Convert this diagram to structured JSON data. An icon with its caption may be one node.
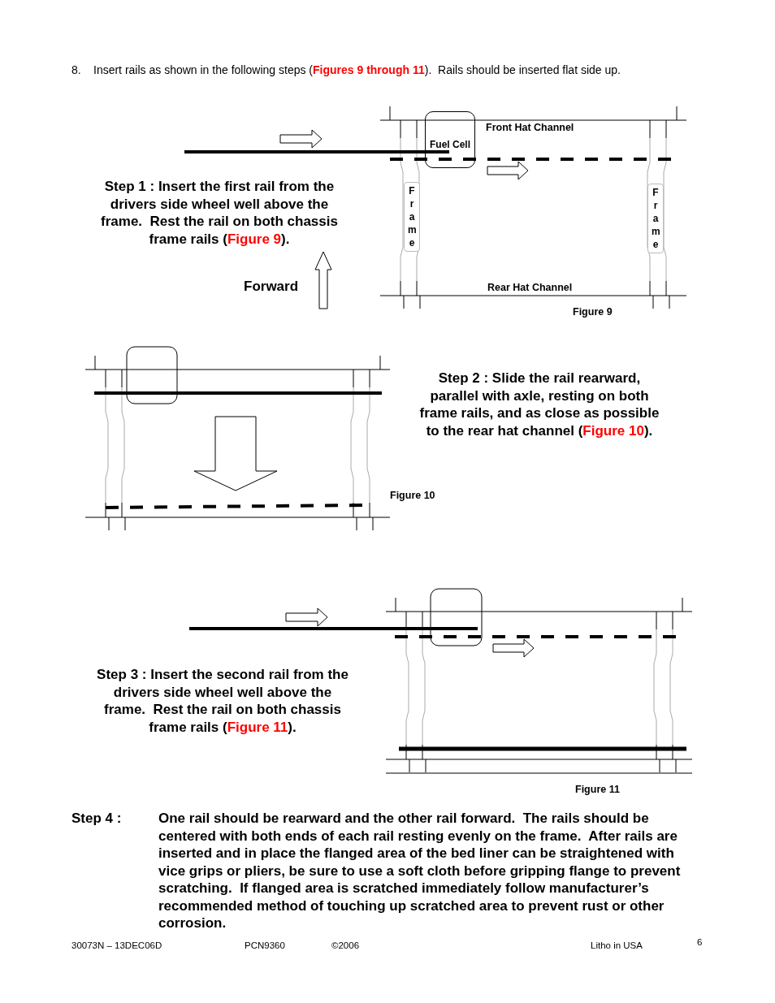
{
  "diagram": {
    "nodes": [
      {
        "text": [
          "Fuel Cell"
        ]
      },
      {
        "text": [
          "Frame"
        ]
      },
      {
        "text": [
          "Frame"
        ]
      }
    ],
    "labels": [
      "8.",
      "Insert rails as shown in the following steps (**Figures 9 through 11**).  Rails should be inserted flat side up.",
      "Front Hat Channel",
      "Step 1 : Insert the first rail from the drivers side wheel well above the frame.  Rest the rail on both chassis frame rails (**Figure 9**).",
      "Forward",
      "Rear Hat Channel",
      "Figure 9",
      "Step 2 : Slide the rail rearward, parallel with axle, resting on both frame rails, and as close as possible to the rear hat channel (**Figure 10**).",
      "Figure 10",
      "Step 3 : Insert the second rail from the drivers side wheel well above the frame.  Rest the rail on both chassis frame rails (**Figure 11**).",
      "Figure 11",
      "Step 4 :",
      "One rail should be rearward and the other rail forward.  The rails should be centered with both ends of each rail resting evenly on the frame.  After rails are inserted and in place the flanged area of the bed liner can be straightened with vice grips or pliers, be sure to use a soft cloth before gripping flange to prevent scratching.  If flanged area is scratched immediately follow manufacturer’s recommended method of touching up scratched area to prevent rust or other corrosion.",
      "30073N – 13DEC06D",
      "PCN9360",
      "©2006",
      "Litho in USA",
      "6"
    ]
  }
}
